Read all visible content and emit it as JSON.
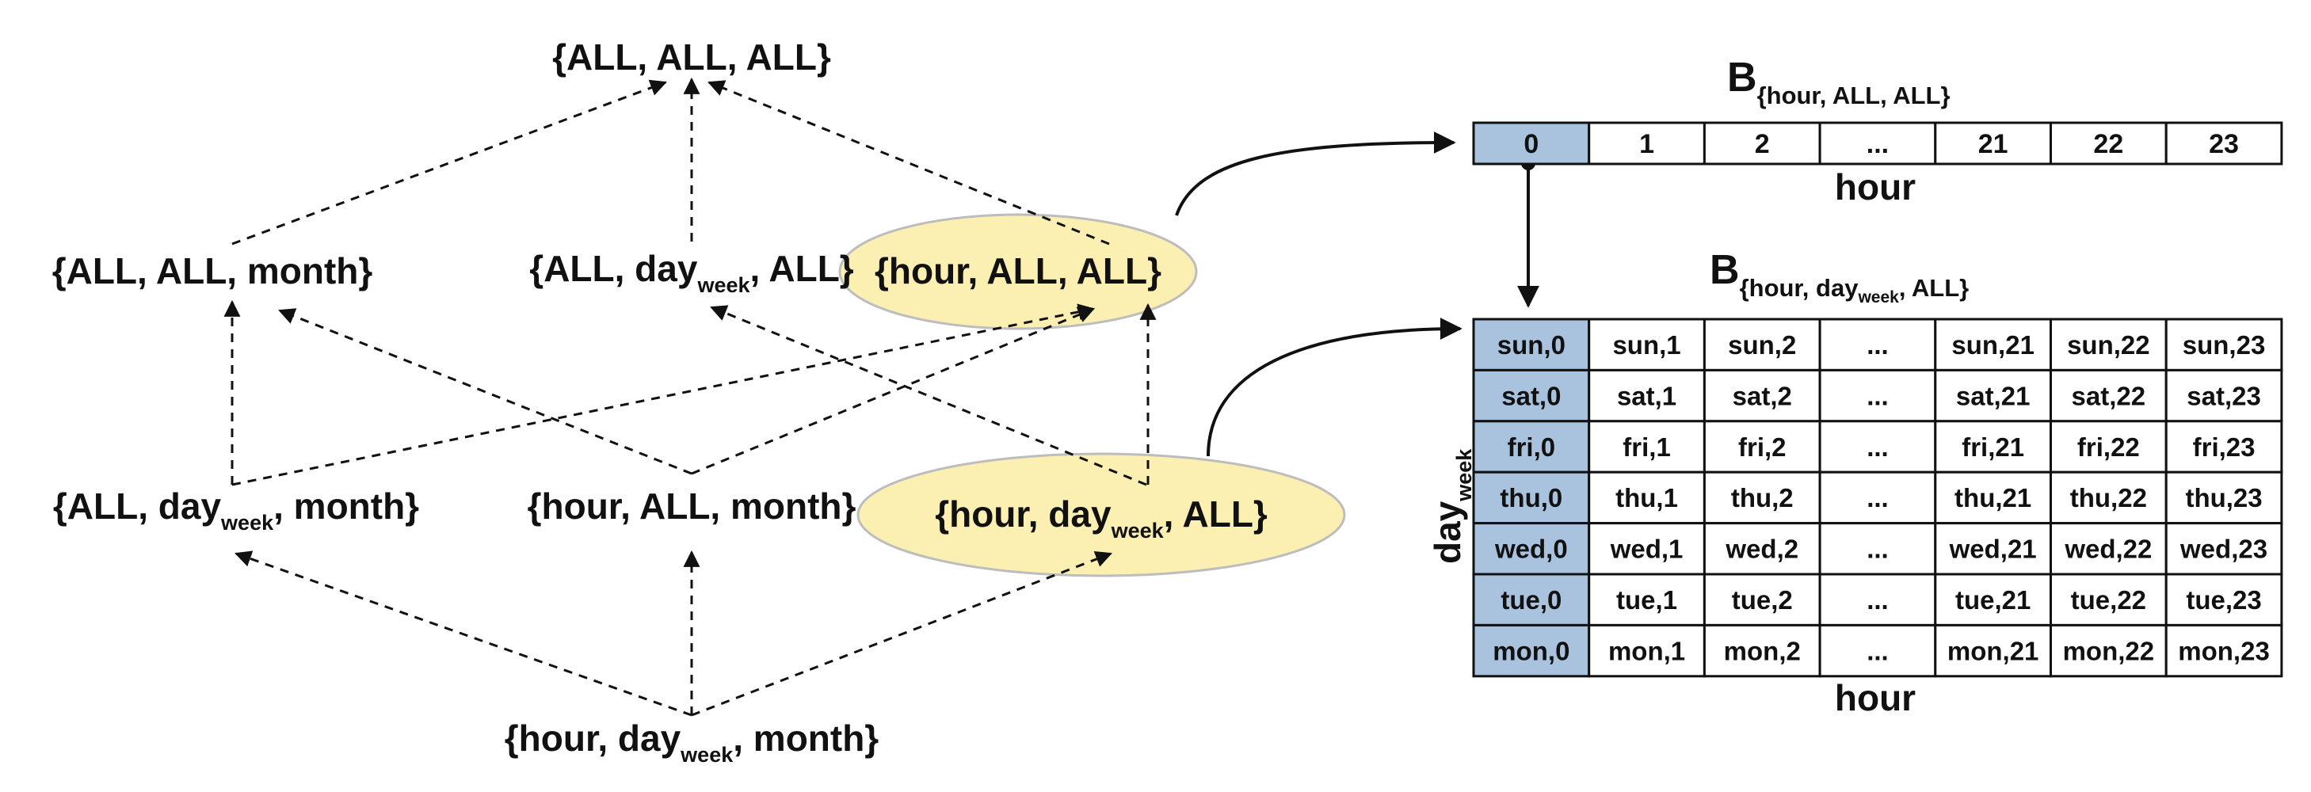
{
  "lattice": {
    "nodes": {
      "top": {
        "a": "{ALL,  ALL,  ALL}"
      },
      "m1": {
        "a": "{ALL,  ALL,  month}"
      },
      "m2": {
        "a": "{ALL,  day",
        "sub": "week",
        "b": ",  ALL}"
      },
      "m3": {
        "a": "{hour,  ALL,  ALL}"
      },
      "l1": {
        "a": "{ALL,  day",
        "sub": "week",
        "b": ",  month}"
      },
      "l2": {
        "a": "{hour,  ALL,  month}"
      },
      "l3": {
        "a": "{hour,  day",
        "sub": "week",
        "b": ",  ALL}"
      },
      "bottom": {
        "a": "{hour, day",
        "sub": "week",
        "b": ", month}"
      }
    },
    "highlight_color": "#fbefb2"
  },
  "hour_table": {
    "title": {
      "a": "B",
      "sub": "{hour, ALL, ALL}"
    },
    "headers": [
      "0",
      "1",
      "2",
      "...",
      "21",
      "22",
      "23"
    ],
    "axis_label": "hour"
  },
  "grid_table": {
    "title": {
      "a": "B",
      "sub1": "{hour, day",
      "sub2": "week",
      "sub3": ", ALL}"
    },
    "row_axis": {
      "a": "day",
      "sub": "week"
    },
    "col_axis": "hour",
    "rows": [
      [
        "sun,0",
        "sun,1",
        "sun,2",
        "...",
        "sun,21",
        "sun,22",
        "sun,23"
      ],
      [
        "sat,0",
        "sat,1",
        "sat,2",
        "...",
        "sat,21",
        "sat,22",
        "sat,23"
      ],
      [
        "fri,0",
        "fri,1",
        "fri,2",
        "...",
        "fri,21",
        "fri,22",
        "fri,23"
      ],
      [
        "thu,0",
        "thu,1",
        "thu,2",
        "...",
        "thu,21",
        "thu,22",
        "thu,23"
      ],
      [
        "wed,0",
        "wed,1",
        "wed,2",
        "...",
        "wed,21",
        "wed,22",
        "wed,23"
      ],
      [
        "tue,0",
        "tue,1",
        "tue,2",
        "...",
        "tue,21",
        "tue,22",
        "tue,23"
      ],
      [
        "mon,0",
        "mon,1",
        "mon,2",
        "...",
        "mon,21",
        "mon,22",
        "mon,23"
      ]
    ],
    "header_color": "#a9c3df"
  }
}
